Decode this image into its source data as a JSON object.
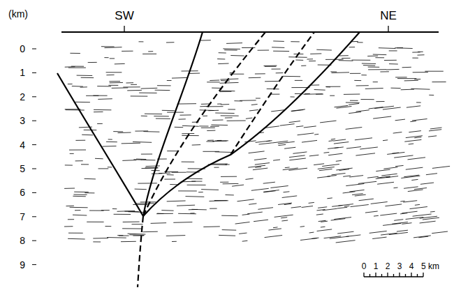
{
  "diagram": {
    "labels": [
      "SW",
      "NE",
      "(km)",
      "0",
      "1",
      "2",
      "3",
      "4",
      "5",
      "6",
      "7",
      "8",
      "9",
      "0",
      "1",
      "2",
      "3",
      "4",
      "5 km"
    ]
  }
}
